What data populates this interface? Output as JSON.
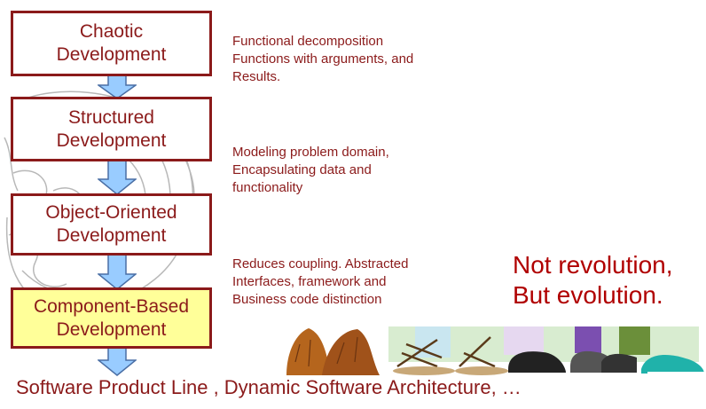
{
  "colors": {
    "box_border": "#8b1a1a",
    "text": "#8b1a1a",
    "slogan": "#b00000",
    "arrow_fill": "#99ccff",
    "arrow_stroke": "#4a6fa5",
    "highlight_fill": "#ffff99"
  },
  "stages": [
    {
      "line1": "Chaotic",
      "line2": "Development"
    },
    {
      "line1": "Structured",
      "line2": "Development"
    },
    {
      "line1": "Object-Oriented",
      "line2": "Development"
    },
    {
      "line1": "Component-Based",
      "line2": "Development"
    }
  ],
  "descriptions": [
    {
      "lines": [
        "Functional decomposition",
        "Functions with arguments, and",
        "Results."
      ]
    },
    {
      "lines": [
        "Modeling problem domain,",
        "Encapsulating data and",
        "functionality"
      ]
    },
    {
      "lines": [
        "Reduces coupling. Abstracted",
        "Interfaces, framework and",
        "Business code distinction"
      ]
    }
  ],
  "slogan": {
    "line1": "Not revolution,",
    "line2": "But evolution."
  },
  "bottom_text": "Software Product Line , Dynamic Software Architecture, …",
  "decorations": {
    "sketch": "brain-sketch-illustration",
    "feet": "evolving-feet-clipart"
  }
}
